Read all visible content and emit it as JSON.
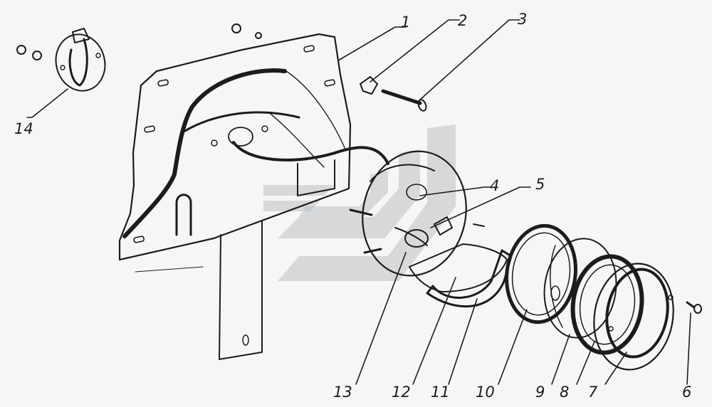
{
  "diagram": {
    "callouts": [
      {
        "id": "1",
        "text": "1"
      },
      {
        "id": "2",
        "text": "2"
      },
      {
        "id": "3",
        "text": "3"
      },
      {
        "id": "4",
        "text": "4"
      },
      {
        "id": "5",
        "text": "5"
      },
      {
        "id": "6",
        "text": "6"
      },
      {
        "id": "7",
        "text": "7"
      },
      {
        "id": "8",
        "text": "8"
      },
      {
        "id": "9",
        "text": "9"
      },
      {
        "id": "10",
        "text": "10"
      },
      {
        "id": "11",
        "text": "11"
      },
      {
        "id": "12",
        "text": "12"
      },
      {
        "id": "13",
        "text": "13"
      },
      {
        "id": "14",
        "text": "14"
      }
    ],
    "colors": {
      "ink": "#1c1c1c",
      "paper": "#f6f6f4",
      "watermark": "#bcc0c4"
    }
  }
}
